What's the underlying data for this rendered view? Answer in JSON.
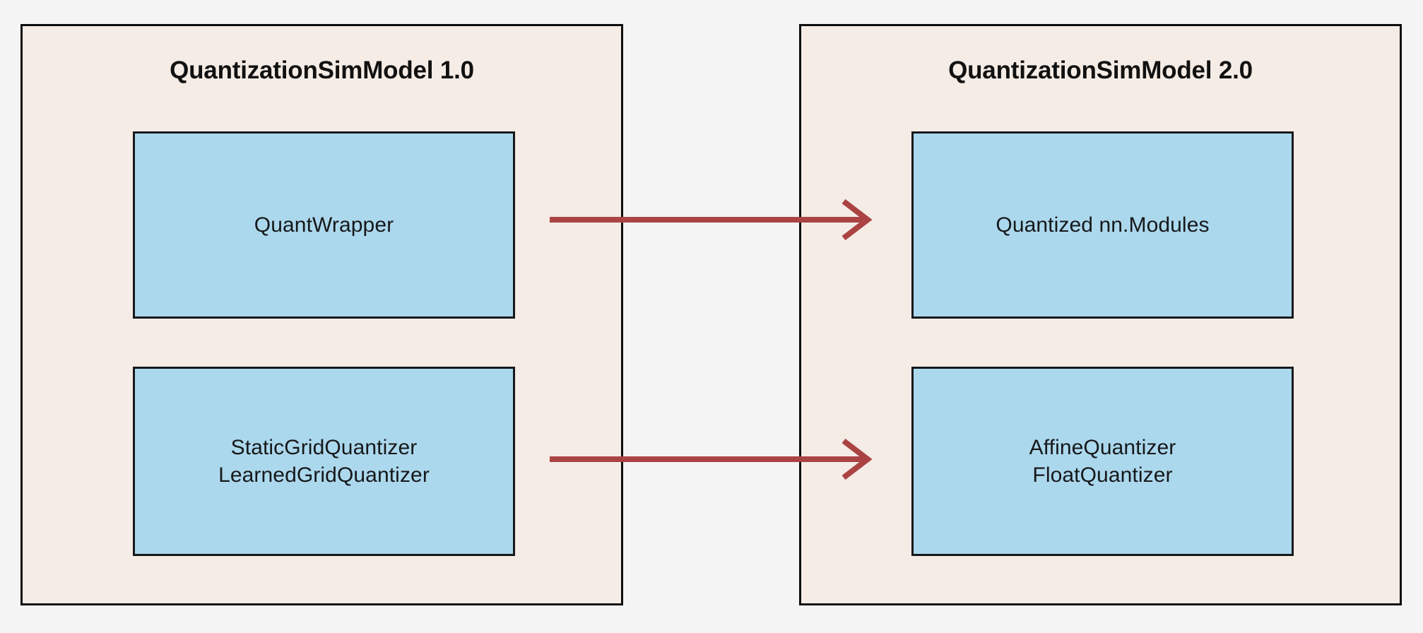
{
  "diagram": {
    "type": "migration-mapping",
    "title_visible": false,
    "colors": {
      "page_background": "#f4f4f4",
      "panel_background": "#f5ece6",
      "panel_border": "#0d0d0d",
      "node_background": "#acd8ed",
      "node_border": "#16181a",
      "arrow": "#ab4343",
      "text": "#16181a"
    },
    "groups": [
      {
        "id": "quantsim-1",
        "title": "QuantizationSimModel 1.0",
        "nodes": [
          {
            "id": "quantwrapper",
            "label": "QuantWrapper"
          },
          {
            "id": "grid-quantizers",
            "label": "StaticGridQuantizer\nLearnedGridQuantizer"
          }
        ]
      },
      {
        "id": "quantsim-2",
        "title": "QuantizationSimModel 2.0",
        "nodes": [
          {
            "id": "quantized-modules",
            "label": "Quantized nn.Modules"
          },
          {
            "id": "affine-float-quantizers",
            "label": "AffineQuantizer\nFloatQuantizer"
          }
        ]
      }
    ],
    "connections": [
      {
        "id": "arrow-top",
        "from": "quantwrapper",
        "to": "quantized-modules",
        "style": "solid-arrow",
        "label": ""
      },
      {
        "id": "arrow-bottom",
        "from": "grid-quantizers",
        "to": "affine-float-quantizers",
        "style": "solid-arrow",
        "label": ""
      }
    ]
  }
}
